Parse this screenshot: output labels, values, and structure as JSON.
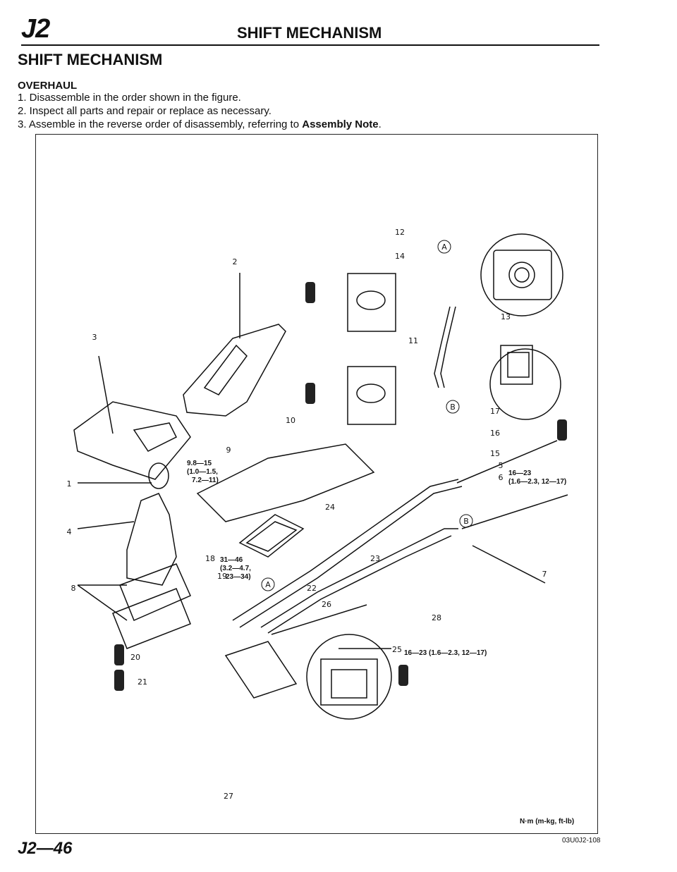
{
  "header": {
    "section_code": "J2",
    "title": "SHIFT MECHANISM"
  },
  "page": {
    "title": "SHIFT MECHANISM",
    "section_heading": "OVERHAUL",
    "steps": [
      {
        "text": "1. Disassemble in the order shown in the figure."
      },
      {
        "text": "2. Inspect all parts and repair or replace as necessary."
      },
      {
        "text": "3. Assemble in the reverse order of disassembly, referring to ",
        "bold": "Assembly Note",
        "suffix": "."
      }
    ]
  },
  "figure": {
    "callouts": [
      "1",
      "2",
      "3",
      "4",
      "5",
      "6",
      "7",
      "8",
      "9",
      "10",
      "11",
      "12",
      "13",
      "14",
      "15",
      "16",
      "17",
      "18",
      "19",
      "20",
      "21",
      "22",
      "23",
      "24",
      "25",
      "26",
      "27",
      "28"
    ],
    "view_markers": [
      "A",
      "B"
    ],
    "torques": [
      {
        "part": "9",
        "lines": [
          "9.8—15",
          "(1.0—1.5,",
          "7.2—11)"
        ]
      },
      {
        "part": "18",
        "lines": [
          "31—46",
          "(3.2—4.7,",
          "23—34)"
        ]
      },
      {
        "part": "5",
        "lines": [
          "16—23",
          "(1.6—2.3, 12—17)"
        ]
      },
      {
        "part": "25",
        "lines": [
          "16—23 (1.6—2.3, 12—17)"
        ]
      }
    ],
    "torque_units": "N·m (m-kg, ft-lb)",
    "figure_code": "03U0J2-108"
  },
  "footer": {
    "page_number": "J2—46"
  }
}
